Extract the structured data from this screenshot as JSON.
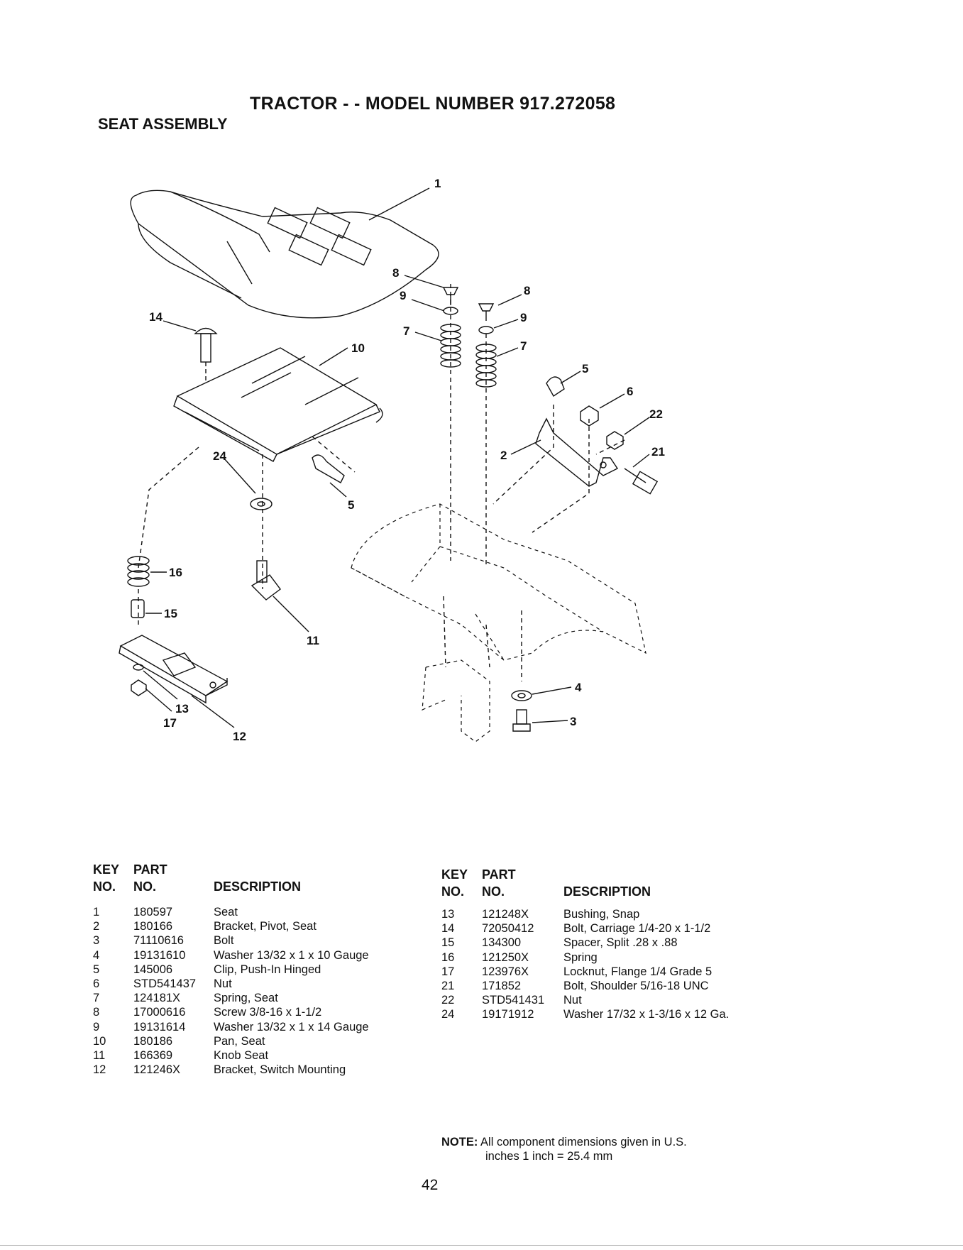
{
  "header": {
    "title": "TRACTOR - - MODEL NUMBER 917.272058",
    "subtitle": "SEAT ASSEMBLY"
  },
  "diagram": {
    "callouts": [
      "1",
      "14",
      "10",
      "8",
      "9",
      "7",
      "8",
      "9",
      "7",
      "5",
      "6",
      "22",
      "21",
      "2",
      "24",
      "5",
      "16",
      "15",
      "11",
      "13",
      "17",
      "12",
      "4",
      "3"
    ]
  },
  "parts_left": {
    "headers": {
      "key": "KEY",
      "no": "NO.",
      "part": "PART",
      "part_no": "NO.",
      "desc": "DESCRIPTION"
    },
    "rows": [
      {
        "key": "1",
        "part": "180597",
        "desc": "Seat"
      },
      {
        "key": "2",
        "part": "180166",
        "desc": "Bracket, Pivot, Seat"
      },
      {
        "key": "3",
        "part": "71110616",
        "desc": "Bolt"
      },
      {
        "key": "4",
        "part": "19131610",
        "desc": "Washer  13/32 x 1 x 10 Gauge"
      },
      {
        "key": "5",
        "part": "145006",
        "desc": "Clip, Push-In  Hinged"
      },
      {
        "key": "6",
        "part": "STD541437",
        "desc": "Nut"
      },
      {
        "key": "7",
        "part": "124181X",
        "desc": "Spring, Seat"
      },
      {
        "key": "8",
        "part": "17000616",
        "desc": "Screw  3/8-16 x 1-1/2"
      },
      {
        "key": "9",
        "part": "19131614",
        "desc": "Washer  13/32 x 1 x 14 Gauge"
      },
      {
        "key": "10",
        "part": "180186",
        "desc": "Pan, Seat"
      },
      {
        "key": "11",
        "part": "166369",
        "desc": "Knob Seat"
      },
      {
        "key": "12",
        "part": "121246X",
        "desc": "Bracket, Switch Mounting"
      }
    ]
  },
  "parts_right": {
    "headers": {
      "key": "KEY",
      "no": "NO.",
      "part": "PART",
      "part_no": "NO.",
      "desc": "DESCRIPTION"
    },
    "rows": [
      {
        "key": "13",
        "part": "121248X",
        "desc": "Bushing, Snap"
      },
      {
        "key": "14",
        "part": "72050412",
        "desc": "Bolt, Carriage  1/4-20 x 1-1/2"
      },
      {
        "key": "15",
        "part": "134300",
        "desc": "Spacer, Split  .28 x  .88"
      },
      {
        "key": "16",
        "part": "121250X",
        "desc": "Spring"
      },
      {
        "key": "17",
        "part": "123976X",
        "desc": "Locknut, Flange  1/4 Grade 5"
      },
      {
        "key": "21",
        "part": "171852",
        "desc": "Bolt, Shoulder 5/16-18 UNC"
      },
      {
        "key": "22",
        "part": "STD541431",
        "desc": "Nut"
      },
      {
        "key": "24",
        "part": "19171912",
        "desc": "Washer  17/32 x 1-3/16 x 12 Ga."
      }
    ]
  },
  "note": {
    "label": "NOTE:",
    "line1": "All component dimensions given in U.S.",
    "line2": "inches 1 inch = 25.4 mm"
  },
  "page": {
    "number": "42"
  }
}
